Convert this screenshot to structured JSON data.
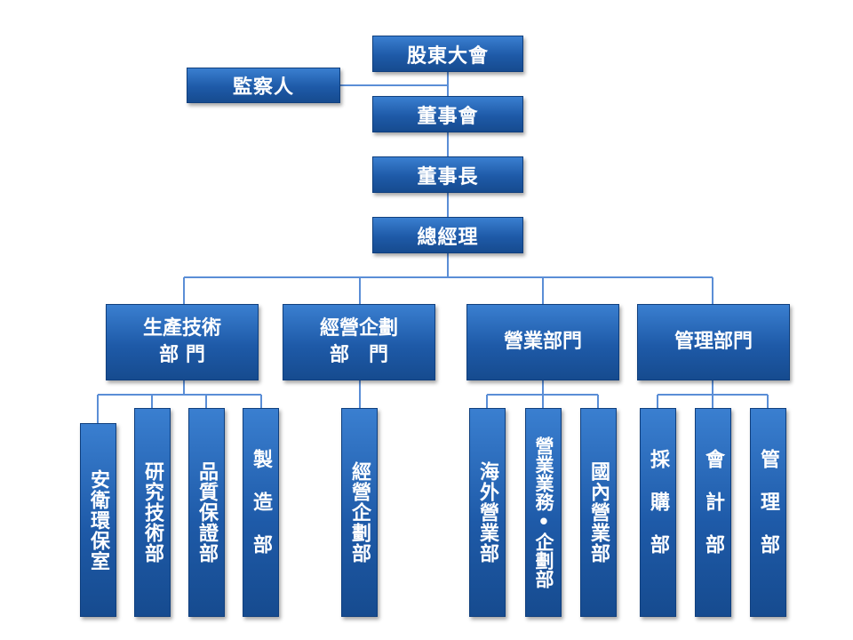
{
  "colors": {
    "box_fill": "#1e5aa8",
    "connector": "#5b8ed6",
    "text": "#ffffff"
  },
  "top": {
    "shareholders": "股東大會",
    "supervisor": "監察人",
    "board": "董事會",
    "chairman": "董事長",
    "general_manager": "總經理"
  },
  "departments": [
    {
      "line1": "生產技術",
      "line2": "部 門"
    },
    {
      "line1": "經營企劃",
      "line2": "部　門"
    },
    {
      "line1": "營業部門",
      "line2": ""
    },
    {
      "line1": "管理部門",
      "line2": ""
    }
  ],
  "units": {
    "production": [
      "安衛環保室",
      "研究技術部",
      "品質保證部",
      "製造部"
    ],
    "planning": [
      "經營企劃部"
    ],
    "sales": [
      "海外營業部",
      "營業業務•企劃部",
      "國內營業部"
    ],
    "management": [
      "採購部",
      "會計部",
      "管理部"
    ]
  }
}
